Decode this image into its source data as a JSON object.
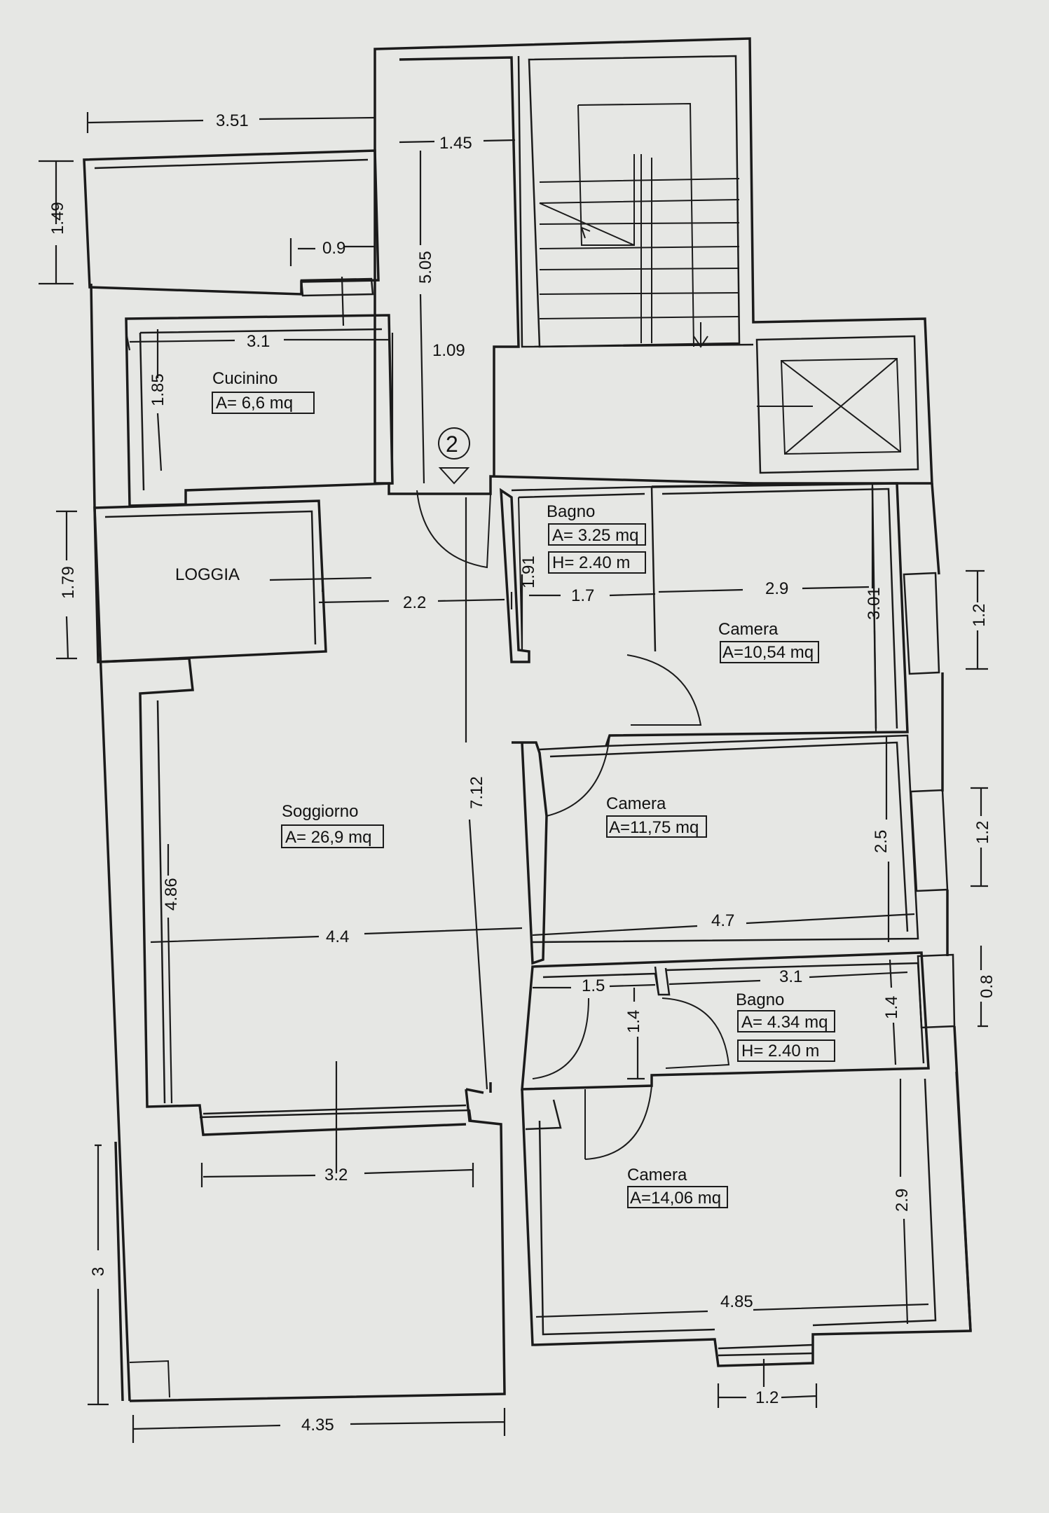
{
  "rooms": {
    "cucinino": {
      "name": "Cucinino",
      "area": "A= 6,6 mq"
    },
    "loggia": {
      "name": "LOGGIA"
    },
    "soggiorno": {
      "name": "Soggiorno",
      "area": "A= 26,9 mq"
    },
    "bagno1": {
      "name": "Bagno",
      "area": "A= 3.25 mq",
      "height": "H= 2.40 m"
    },
    "camera1": {
      "name": "Camera",
      "area": "A=10,54 mq"
    },
    "camera2": {
      "name": "Camera",
      "area": "A=11,75 mq"
    },
    "bagno2": {
      "name": "Bagno",
      "area": "A= 4.34 mq",
      "height": "H= 2.40 m"
    },
    "camera3": {
      "name": "Camera",
      "area": "A=14,06 mq"
    }
  },
  "entrance_marker": "2",
  "dimensions": {
    "d_3_51": "3.51",
    "d_1_45": "1.45",
    "d_1_49": "1.49",
    "d_0_9": "0.9",
    "d_5_05": "5.05",
    "d_3_1_kitchen": "3.1",
    "d_1_09": "1.09",
    "d_1_85": "1.85",
    "d_1_79": "1.79",
    "d_2_2": "2.2",
    "d_1_91": "1.91",
    "d_1_7": "1.7",
    "d_2_9_camera": "2.9",
    "d_3_01": "3.01",
    "d_1_2_top": "1.2",
    "d_7_12": "7.12",
    "d_1_2_mid": "1.2",
    "d_2_5": "2.5",
    "d_4_86": "4.86",
    "d_4_4": "4.4",
    "d_4_7": "4.7",
    "d_3_1_bath": "3.1",
    "d_1_5": "1.5",
    "d_1_4_left": "1.4",
    "d_1_4_right": "1.4",
    "d_0_8": "0.8",
    "d_3_2": "3.2",
    "d_3": "3",
    "d_2_9_bottom": "2.9",
    "d_4_85": "4.85",
    "d_4_35": "4.35",
    "d_1_2_bottom": "1.2"
  }
}
